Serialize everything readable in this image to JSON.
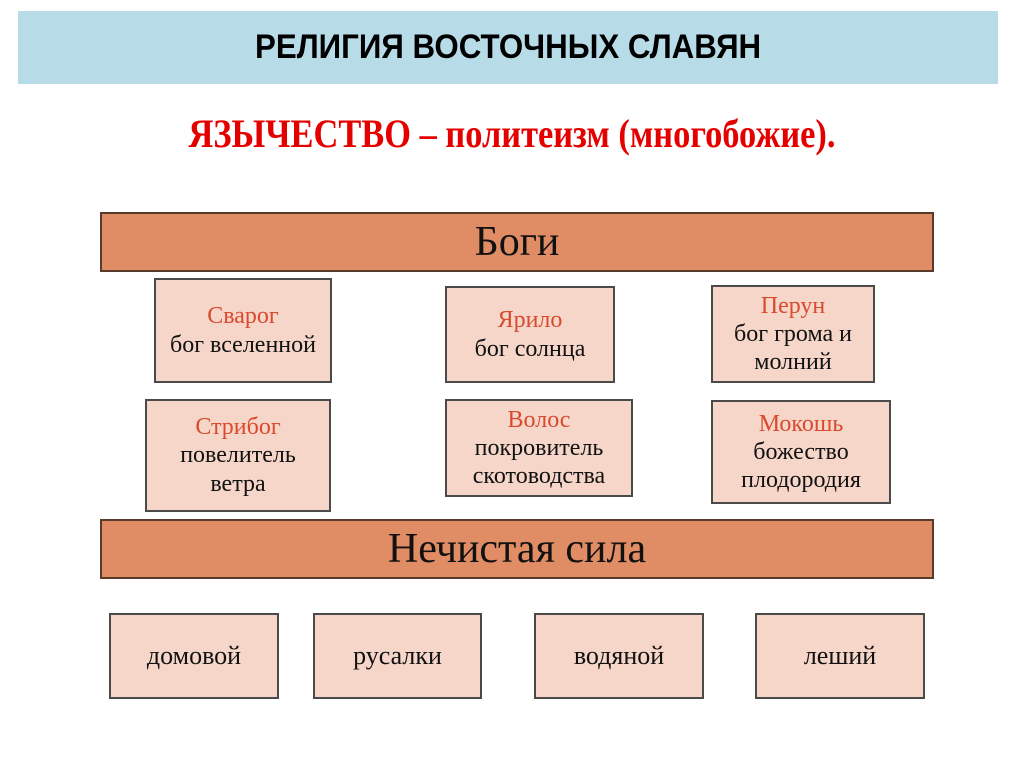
{
  "header": {
    "title": "РЕЛИГИЯ ВОСТОЧНЫХ СЛАВЯН",
    "subtitle": "ЯЗЫЧЕСТВО – политеизм (многобожие)."
  },
  "gods_section": {
    "label": "Боги",
    "items": [
      {
        "name": "Сварог",
        "desc_line1": "бог вселенной",
        "desc_line2": ""
      },
      {
        "name": "Ярило",
        "desc_line1": "бог солнца",
        "desc_line2": ""
      },
      {
        "name": "Перун",
        "desc_line1": "бог грома и",
        "desc_line2": "молний"
      },
      {
        "name": "Стрибог",
        "desc_line1": "повелитель",
        "desc_line2": "ветра"
      },
      {
        "name": "Волос",
        "desc_line1": "покровитель",
        "desc_line2": "скотоводства"
      },
      {
        "name": "Мокошь",
        "desc_line1": "божество",
        "desc_line2": "плодородия"
      }
    ]
  },
  "evil_section": {
    "label": "Нечистая сила",
    "items": [
      "домовой",
      "русалки",
      "водяной",
      "леший"
    ]
  },
  "colors": {
    "title_bar": "#b8dce7",
    "subtitle": "#e50000",
    "band": "#e08c64",
    "box": "#f6d6c8",
    "god_name": "#d94a2e"
  }
}
